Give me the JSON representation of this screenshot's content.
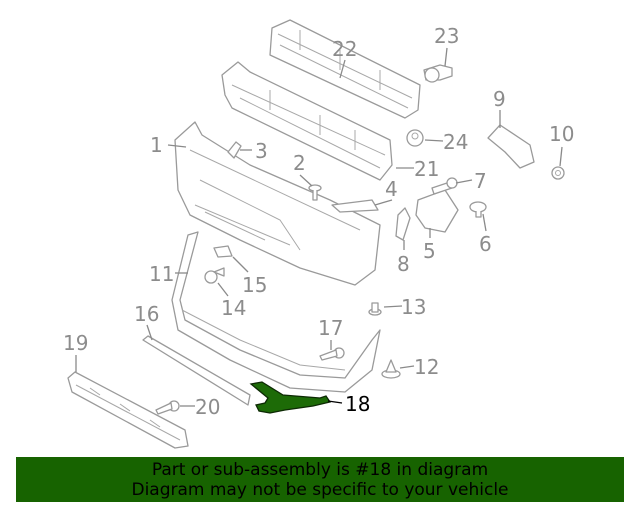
{
  "diagram": {
    "highlight_color": "#1d6b07",
    "highlighted_part": "18",
    "callouts": [
      "1",
      "2",
      "3",
      "4",
      "5",
      "6",
      "7",
      "8",
      "9",
      "10",
      "11",
      "12",
      "13",
      "14",
      "15",
      "16",
      "17",
      "18",
      "19",
      "20",
      "21",
      "22",
      "23",
      "24"
    ]
  },
  "banner": {
    "line1": "Part or sub-assembly is #18 in diagram",
    "line2": "Diagram may not be specific to your vehicle",
    "color": "#176300"
  }
}
